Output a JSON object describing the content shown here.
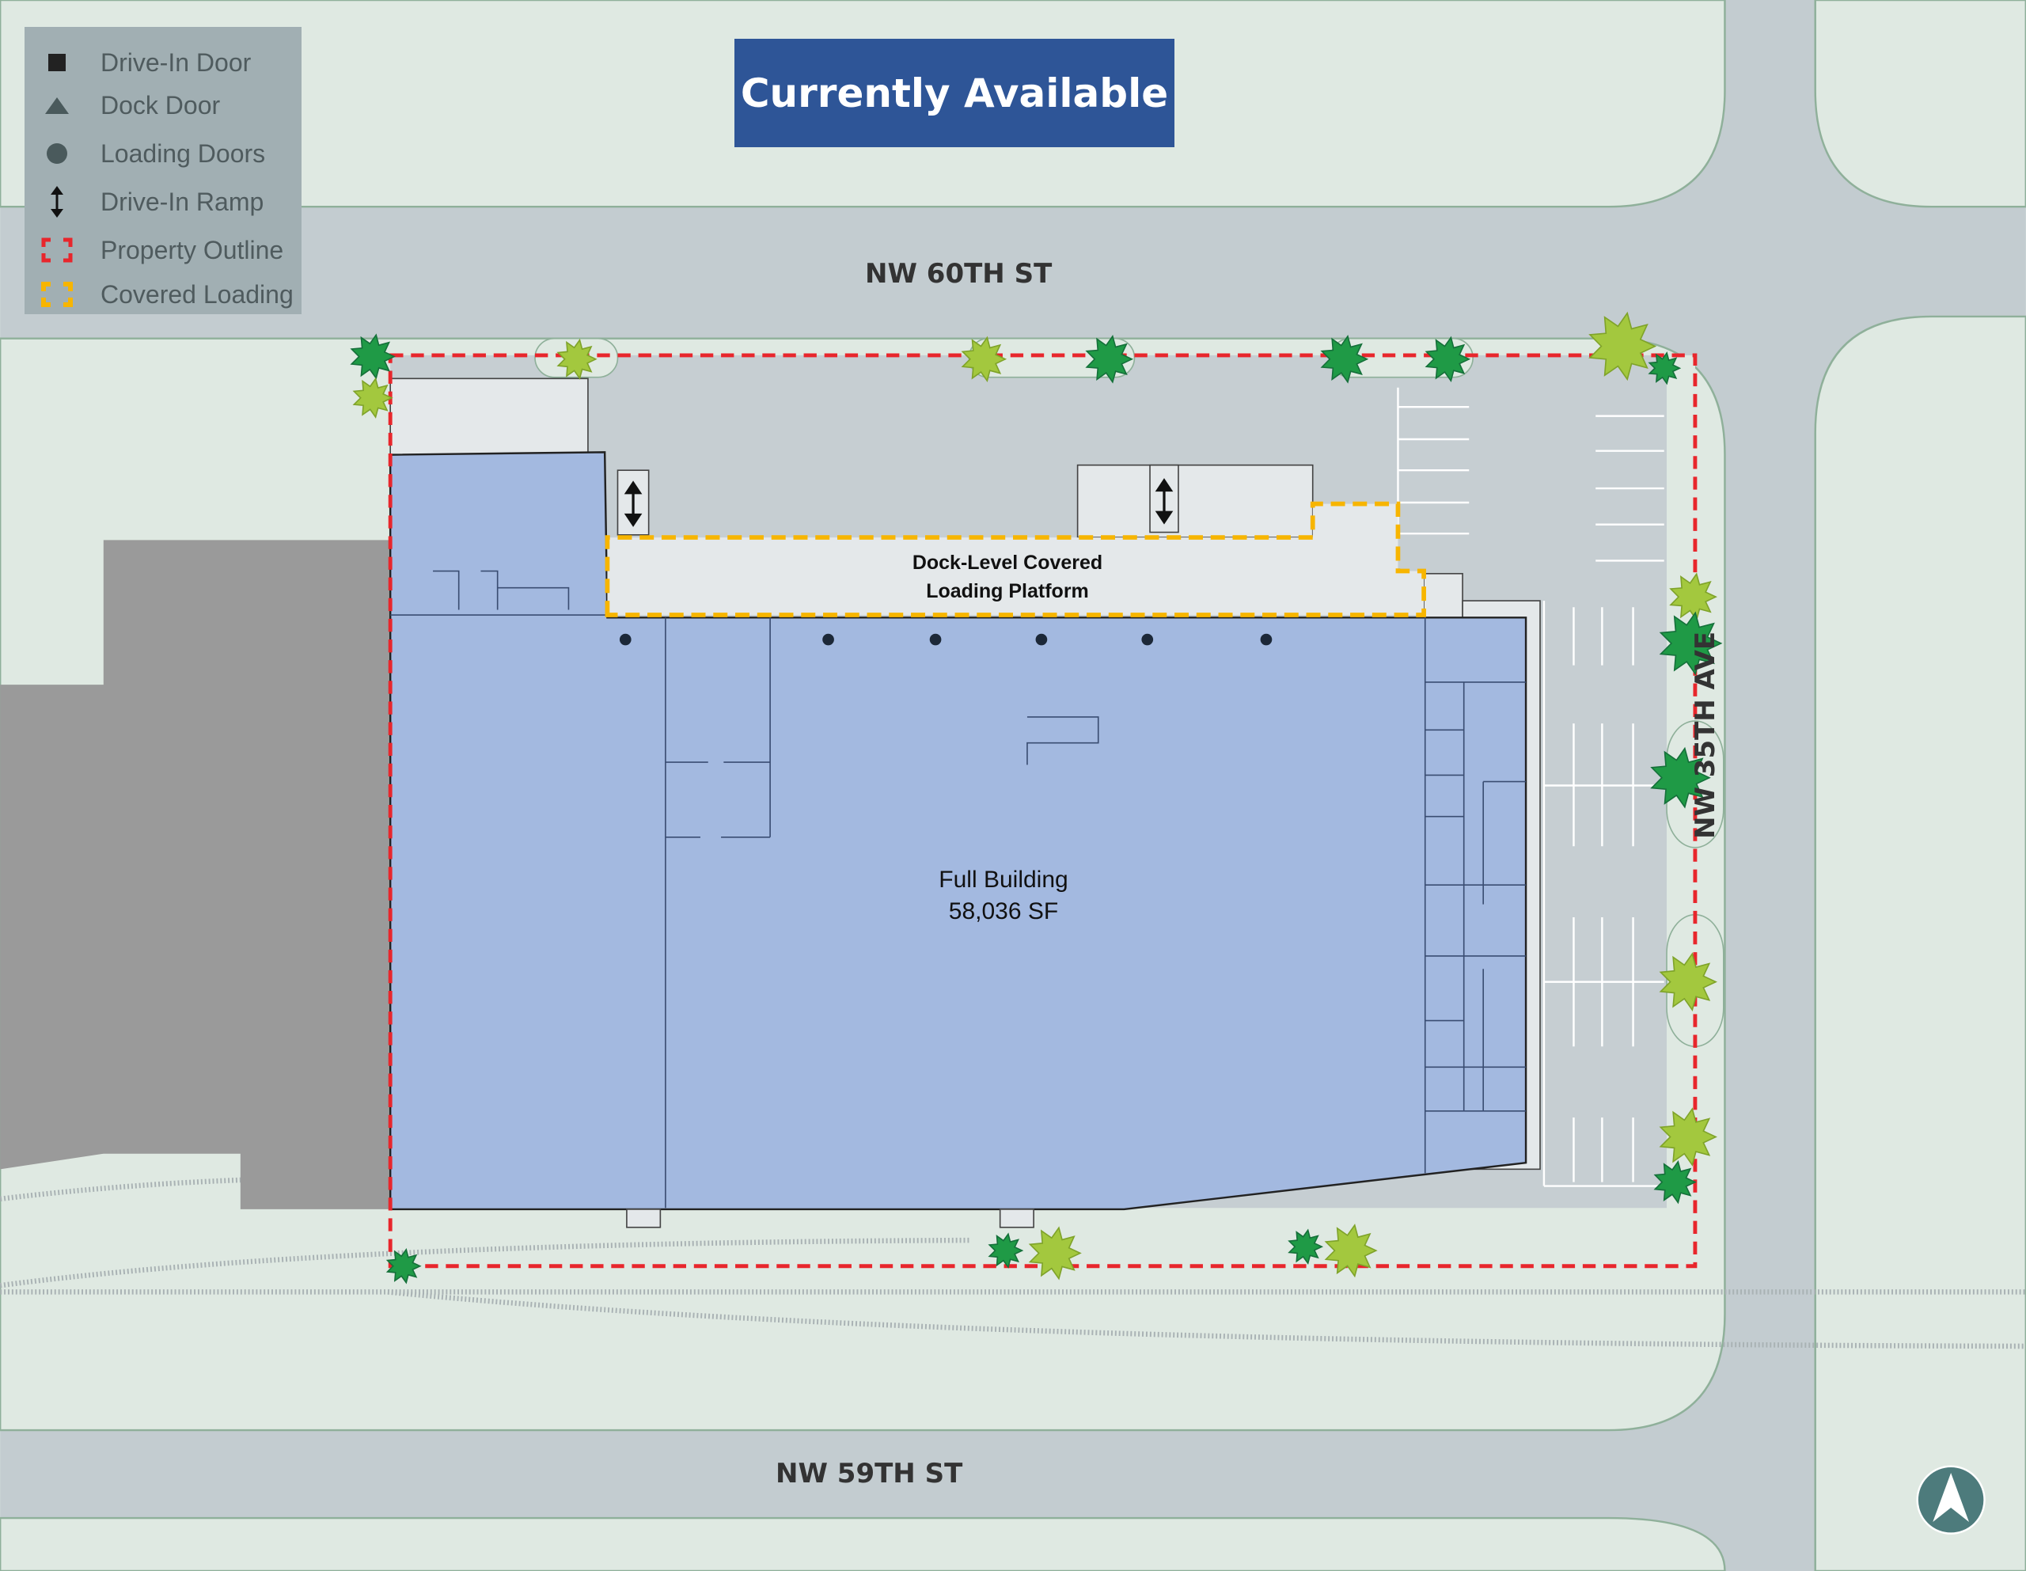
{
  "title": "Currently Available",
  "legend": {
    "items": [
      {
        "icon": "square-icon",
        "label": "Drive-In Door"
      },
      {
        "icon": "triangle-icon",
        "label": "Dock Door"
      },
      {
        "icon": "circle-icon",
        "label": "Loading Doors"
      },
      {
        "icon": "up-down-arrow-icon",
        "label": "Drive-In Ramp"
      },
      {
        "icon": "red-bracket-outline-icon",
        "label": "Property Outline"
      },
      {
        "icon": "yellow-bracket-outline-icon",
        "label": "Covered Loading"
      }
    ]
  },
  "streets": {
    "north": "NW 60TH ST",
    "south": "NW 59TH ST",
    "east": "NW 35TH AVE"
  },
  "building": {
    "name": "Full Building",
    "area": "58,036 SF"
  },
  "platform": {
    "line1": "Dock-Level Covered",
    "line2": "Loading Platform"
  },
  "colors": {
    "title_bg": "#2e5597",
    "building": "#a3b9e0",
    "property_outline": "#e8262c",
    "covered_loading": "#f7b500",
    "north_arrow": "#4d7b7c"
  }
}
